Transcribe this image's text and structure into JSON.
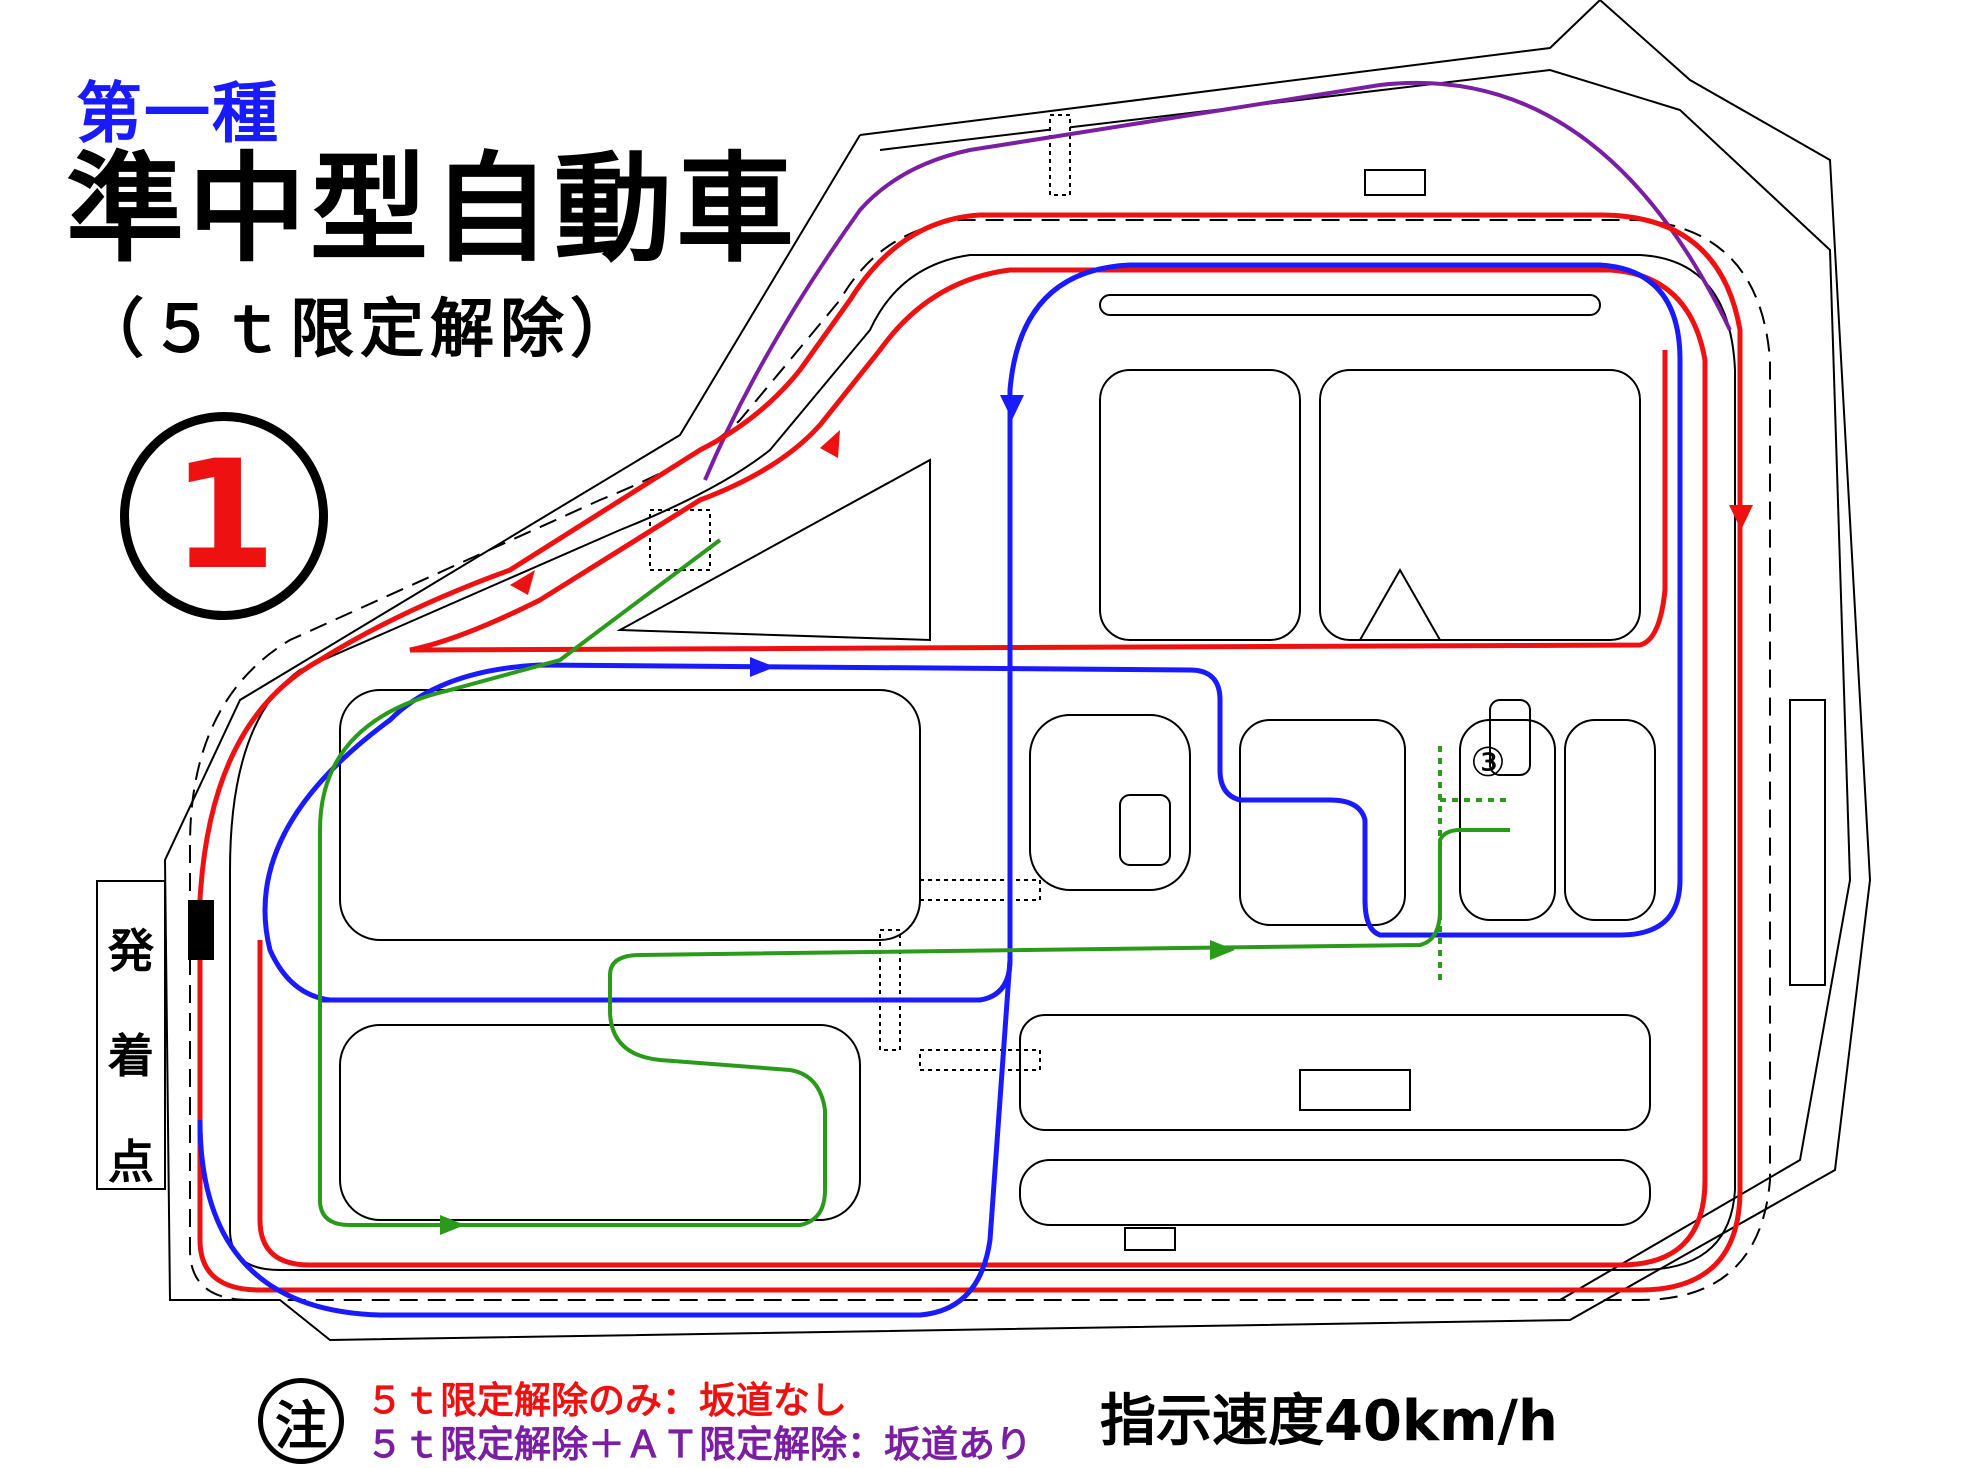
{
  "header": {
    "category": "第一種",
    "title": "準中型自動車",
    "subtitle": "（５ｔ限定解除）"
  },
  "course_number": "1",
  "start_point": {
    "chars": [
      "発",
      "着",
      "点"
    ]
  },
  "map_labels": {
    "point_3": "③"
  },
  "notes": {
    "icon": "注",
    "red_line": "５ｔ限定解除のみ：坂道なし",
    "purple_line": "５ｔ限定解除＋ＡＴ限定解除：坂道あり"
  },
  "speed_note": "指示速度40km/h",
  "colors": {
    "route_red": "#ee1111",
    "route_purple": "#7a1fa2",
    "route_blue": "#1a1aff",
    "route_green": "#2a9a1a",
    "category_text": "#1a1aff"
  }
}
